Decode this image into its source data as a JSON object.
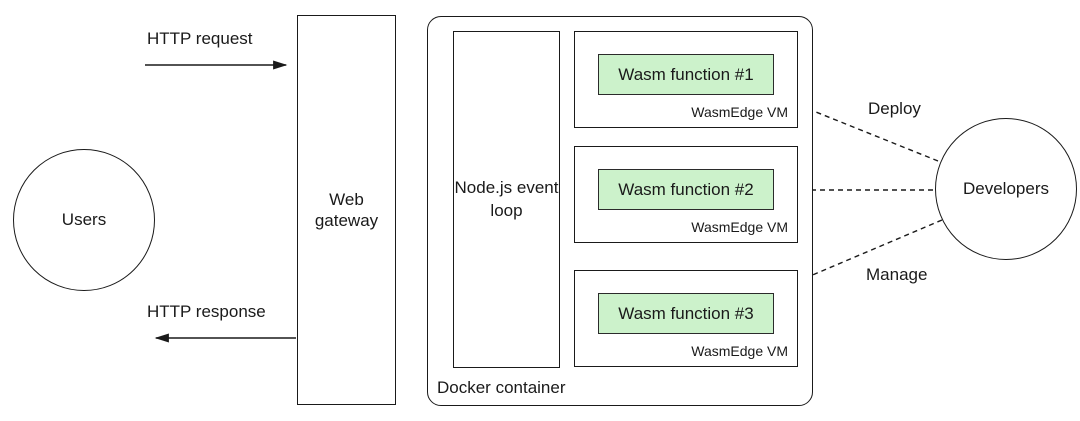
{
  "canvas": {
    "background": "#ffffff",
    "stroke_color": "#1a1a1a",
    "wasm_fill_color": "#ccf2cb"
  },
  "actors": {
    "users": {
      "label": "Users"
    },
    "developers": {
      "label": "Developers"
    }
  },
  "gateway": {
    "label": "Web gateway"
  },
  "docker": {
    "label": "Docker container",
    "event_loop_label": "Node.js event loop",
    "vms": [
      {
        "function_label": "Wasm function #1",
        "vm_label": "WasmEdge VM"
      },
      {
        "function_label": "Wasm function #2",
        "vm_label": "WasmEdge VM"
      },
      {
        "function_label": "Wasm function #3",
        "vm_label": "WasmEdge VM"
      }
    ]
  },
  "flows": {
    "request": {
      "label": "HTTP request"
    },
    "response": {
      "label": "HTTP response"
    },
    "deploy": {
      "label": "Deploy"
    },
    "manage": {
      "label": "Manage"
    }
  }
}
